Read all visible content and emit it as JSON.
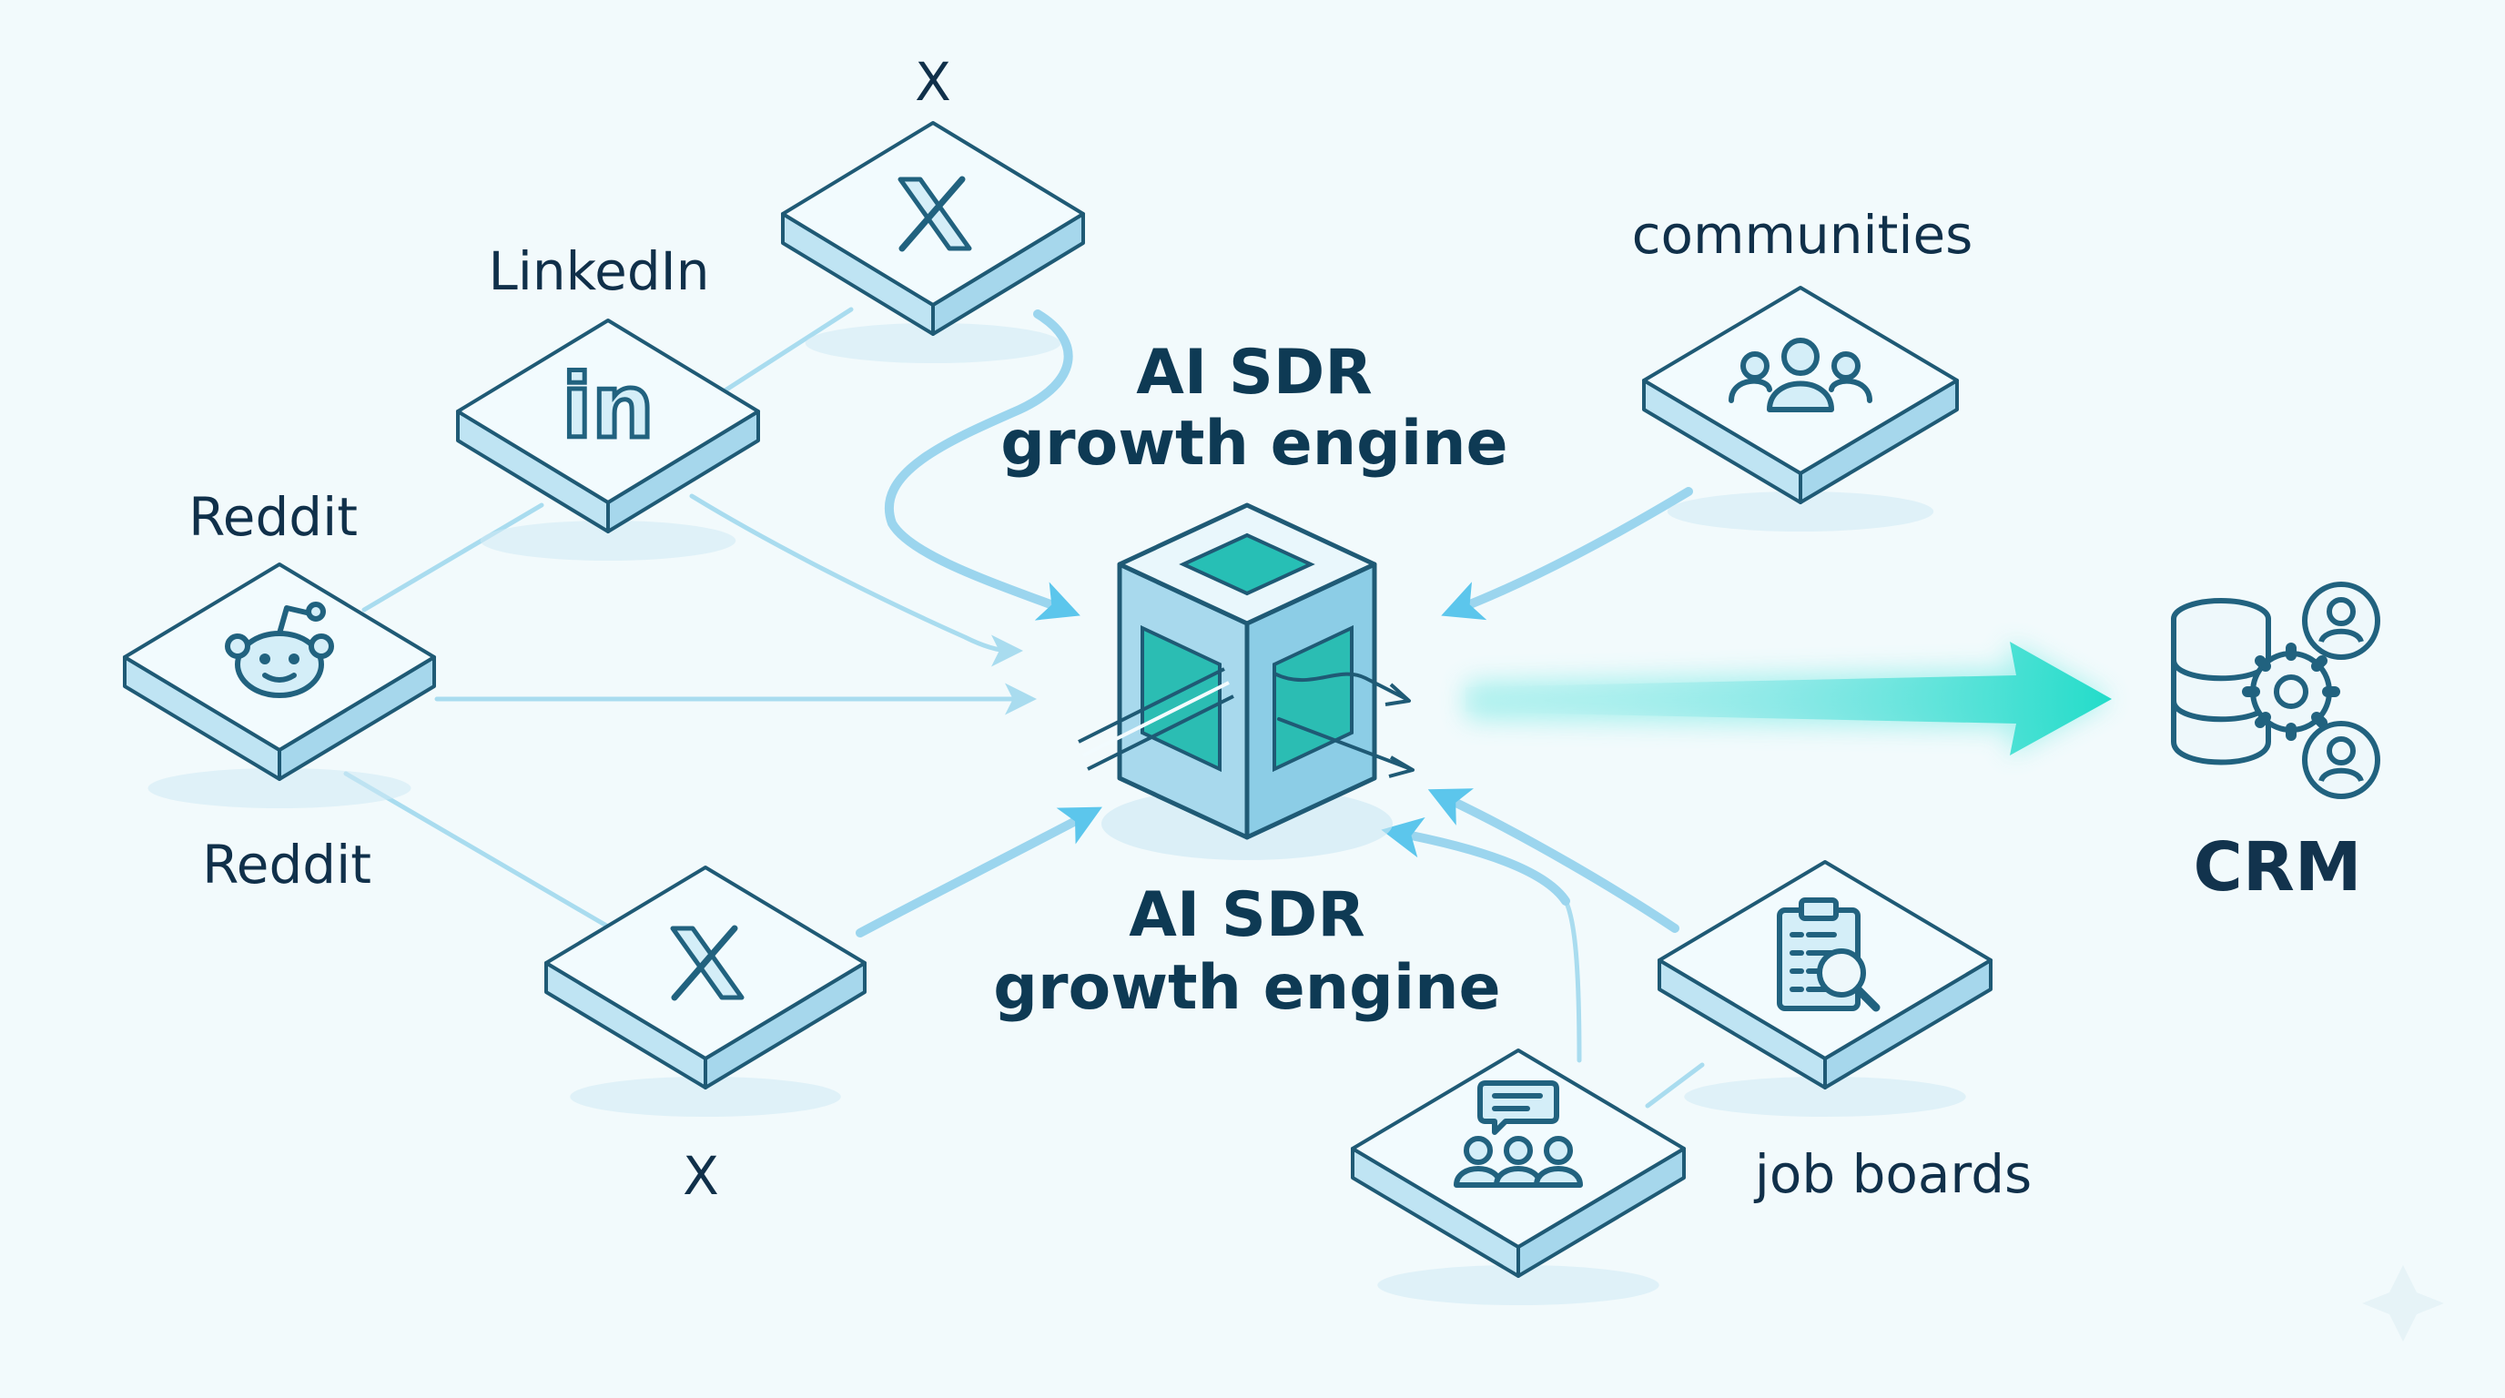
{
  "diagram": {
    "title_top": [
      "AI SDR",
      "growth engine"
    ],
    "title_bottom": [
      "AI SDR",
      "growth engine"
    ],
    "nodes": [
      {
        "id": "x_top",
        "label": "X",
        "icon": "x-logo-icon"
      },
      {
        "id": "linkedin",
        "label": "LinkedIn",
        "icon": "linkedin-logo-icon"
      },
      {
        "id": "reddit",
        "label": "Reddit",
        "label2": "Reddit",
        "icon": "reddit-logo-icon"
      },
      {
        "id": "x_bottom",
        "label": "X",
        "icon": "x-logo-icon"
      },
      {
        "id": "communities",
        "label": "communities",
        "icon": "people-group-icon"
      },
      {
        "id": "job_boards",
        "label": "job boards",
        "icon": "clipboard-search-icon"
      },
      {
        "id": "forums",
        "icon": "chat-people-icon"
      }
    ],
    "engine": {
      "icon": "engine-cube-icon"
    },
    "crm": {
      "label": "CRM",
      "icon": "crm-database-icon"
    },
    "colors": {
      "background": "#f2fafc",
      "tile_stroke": "#1f5a75",
      "arrow": "#5cc6ec",
      "output_arrow": "#2fe0d0",
      "text": "#10304a"
    }
  }
}
